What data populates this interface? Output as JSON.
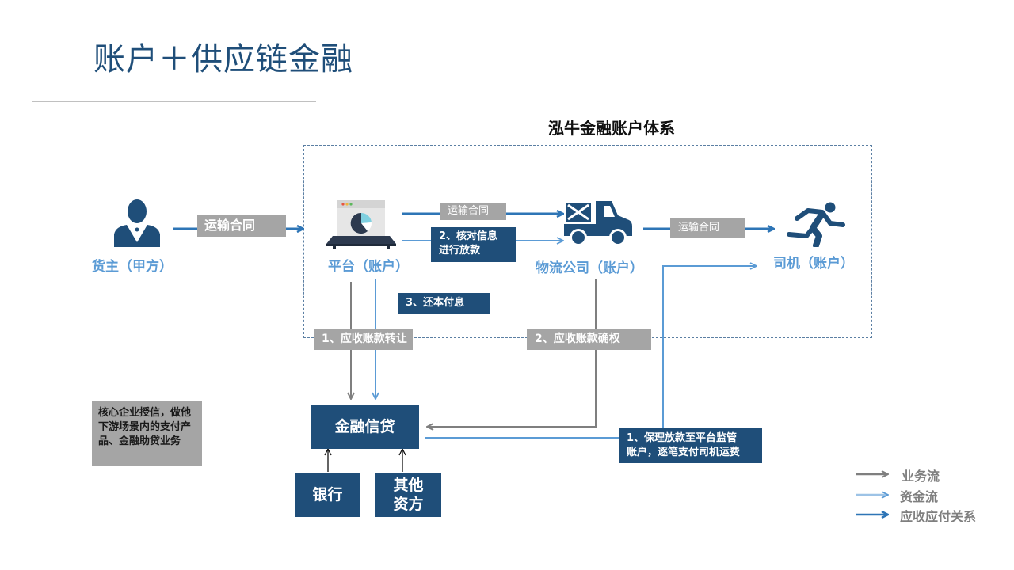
{
  "page": {
    "title": "账户＋供应链金融",
    "system_title": "泓牛金融账户体系"
  },
  "nodes": {
    "shipper": {
      "label": "货主（甲方）",
      "icon": "businessman-icon"
    },
    "platform": {
      "label": "平台（账户）",
      "icon": "laptop-chart-icon"
    },
    "logistics": {
      "label": "物流公司（账户）",
      "icon": "truck-icon"
    },
    "driver": {
      "label": "司机（账户）",
      "icon": "running-man-icon"
    },
    "finance": {
      "label": "金融信贷"
    },
    "bank": {
      "label": "银行"
    },
    "other_funders": {
      "line1": "其他",
      "line2": "资方"
    }
  },
  "tags": {
    "contract_shipper": "运输合同",
    "contract_platform": "运输合同",
    "contract_logistics": "运输合同",
    "verify_line1": "2、核对信息",
    "verify_line2": "进行放款",
    "repay": "3、还本付息",
    "ar_transfer": "1、应收账款转让",
    "ar_confirm": "2、应收账款确权",
    "factoring_line1": "1、保理放款至平台监管",
    "factoring_line2": "账户，逐笔支付司机运费"
  },
  "note": {
    "text": "核心企业授信，做他下游场景内的支付产品、金融助贷业务"
  },
  "legend": [
    {
      "label": "业务流",
      "color": "#7f7f7f"
    },
    {
      "label": "资金流",
      "color": "#9dc3e6"
    },
    {
      "label": "应收应付关系",
      "color": "#2e75b6"
    }
  ],
  "colors": {
    "navy": "#1f4e79",
    "gray_tag": "#a5a5a5",
    "business_flow": "#7f7f7f",
    "capital_flow": "#5b9bd5",
    "receivable_flow": "#2e75b6",
    "label_blue": "#5b9bd5"
  }
}
